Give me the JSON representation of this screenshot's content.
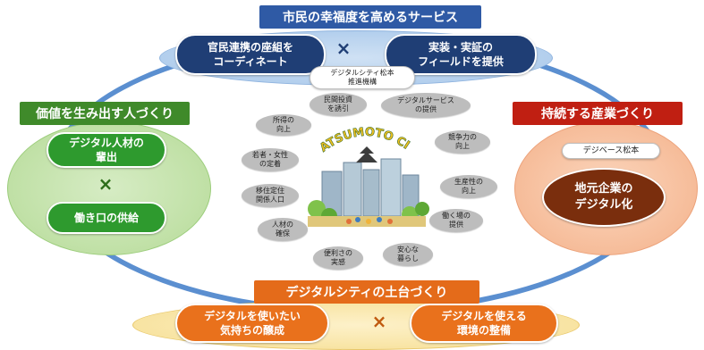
{
  "top": {
    "band": "市民の幸福度を高めるサービス",
    "left_pill": "官民連携の座組を\nコーディネート",
    "right_pill": "実装・実証の\nフィールドを提供",
    "times": "×",
    "org_pill": "デジタルシティ松本\n推進機構"
  },
  "left": {
    "band": "価値を生み出す人づくり",
    "pill1": "デジタル人材の\n輩出",
    "times": "×",
    "pill2": "働き口の供給"
  },
  "right": {
    "band": "持続する産業づくり",
    "small_pill": "デジベース松本",
    "main_pill": "地元企業の\nデジタル化"
  },
  "bottom": {
    "band": "デジタルシティの土台づくり",
    "left_pill": "デジタルを使いたい\n気持ちの醸成",
    "times": "×",
    "right_pill": "デジタルを使える\n環境の整備"
  },
  "center": {
    "logo_text": "MATSUMOTO CITY",
    "bubbles": [
      "民間投資\nを誘引",
      "デジタルサービス\nの提供",
      "所得の\n向上",
      "競争力の\n向上",
      "若者・女性\nの定着",
      "生産性の\n向上",
      "移住定住\n関係人口",
      "働く場の\n提供",
      "人材の\n確保",
      "便利さの\n実感",
      "安心な\n暮らし"
    ]
  },
  "colors": {
    "ring": "#5b8fd0",
    "top_band": "#2f5aa5",
    "left_band": "#3f8a2a",
    "right_band": "#c01f12",
    "bottom_band": "#e46b1a"
  }
}
